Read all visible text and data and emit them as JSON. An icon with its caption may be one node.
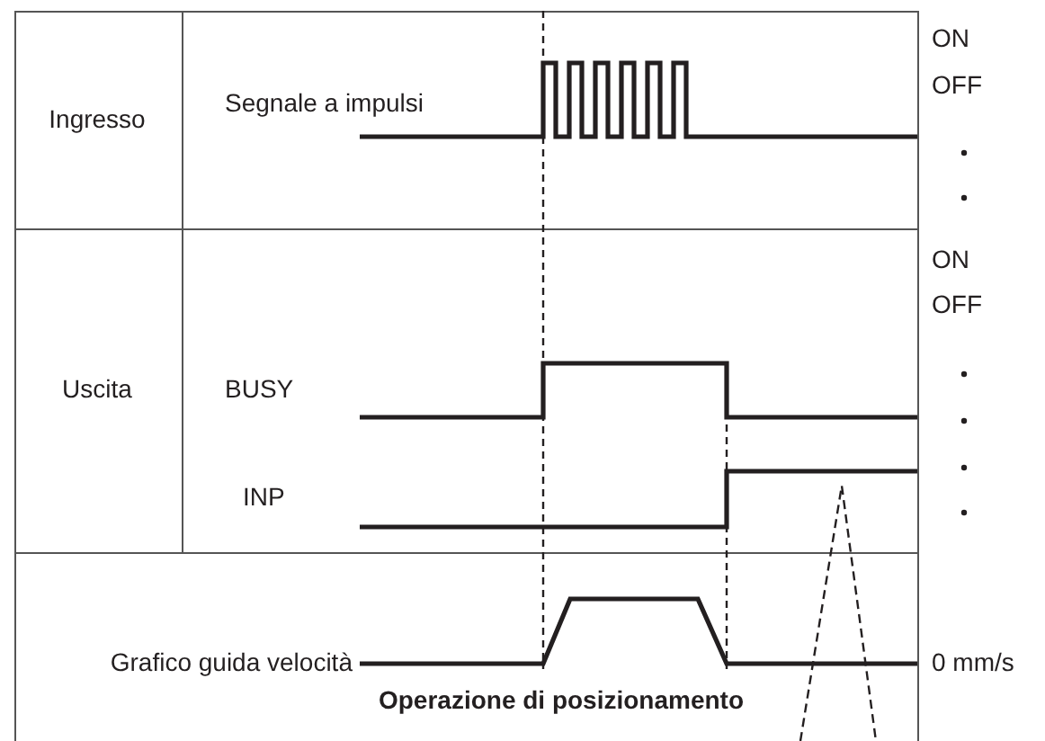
{
  "diagram": {
    "labels": [
      "Ingresso",
      "Segnale a impulsi",
      "ON",
      "OFF",
      "Uscita",
      "BUSY",
      "INP",
      "ON",
      "OFF",
      "Grafico guida velocità",
      "0 mm/s",
      "Operazione di posizionamento"
    ]
  }
}
